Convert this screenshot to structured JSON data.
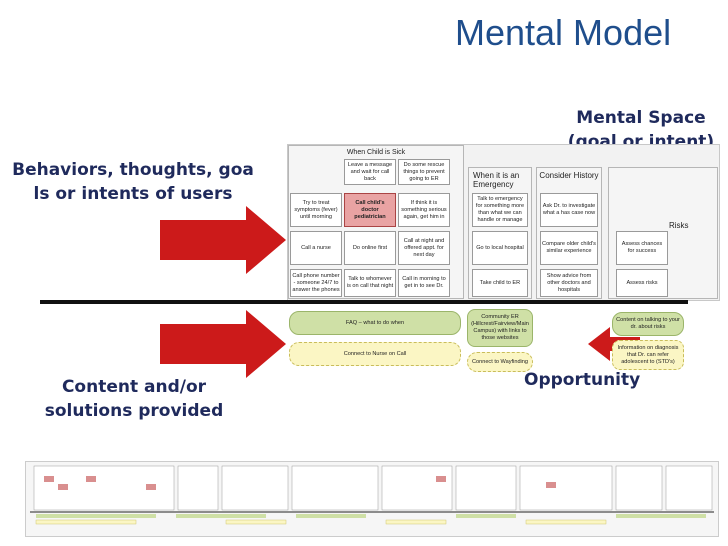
{
  "title": "Mental Model",
  "labels": {
    "behaviors_line1": "Behaviors, thoughts, goa",
    "behaviors_line2": "ls or intents of users",
    "content_line1": "Content and/or",
    "content_line2": "solutions provided",
    "space_line1": "Mental Space",
    "space_line2": "(goal or intent)",
    "opportunity": "Opportunity"
  },
  "colors": {
    "title": "#1f4e8c",
    "label": "#1f2a5c",
    "arrow": "#cc1a1a",
    "bracket": "#4fb0c6",
    "green": "#cfe0a6",
    "yellow": "#fbf6c4",
    "highlight": "#e9a3a3"
  },
  "board": {
    "headers": {
      "sick": "When Child is Sick",
      "emergency": "When it is an Emergency",
      "history": "Consider History",
      "risks": "Risks"
    },
    "cards": {
      "leave_message": "Leave a message and wait for call back",
      "rescue": "Do some rescue things to prevent going to ER",
      "try_treat": "Try to treat symptoms (fever) until morning",
      "call_doctor": "Call child's doctor pediatrician",
      "think_serious": "If think it is something serious again, get him in",
      "call_nurse": "Call a nurse",
      "online": "Do online first",
      "call_night": "Call at night and offered appt. for next day",
      "phone_number": "Call phone number - someone 24/7 to answer the phones",
      "talk_whoever": "Talk to whomever is on call that night",
      "call_morning": "Call in morning to get in to see Dr.",
      "talk_emergency": "Talk to emergency for something more than what we can handle or manage",
      "local_hospital": "Go to local hospital",
      "take_er": "Take child to ER",
      "ask_dr": "Ask Dr. to investigate what a has case now",
      "compare": "Compare older child's similar experience",
      "show_advice": "Show advice from other doctors and hospitals",
      "assess_chances": "Assess chances for success",
      "assess_risks": "Assess risks"
    }
  },
  "content": {
    "faq": "FAQ – what to do when",
    "nurse": "Connect to Nurse on Call",
    "community": "Community ER (Hillcrest/Fairview/Main Campus) with links to those websites",
    "wayfinding": "Connect to Wayfinding",
    "talking": "Content on talking to your dr. about risks",
    "diagnosis": "Information on diagnosis that Dr. can refer adolescent to (STD's)"
  }
}
